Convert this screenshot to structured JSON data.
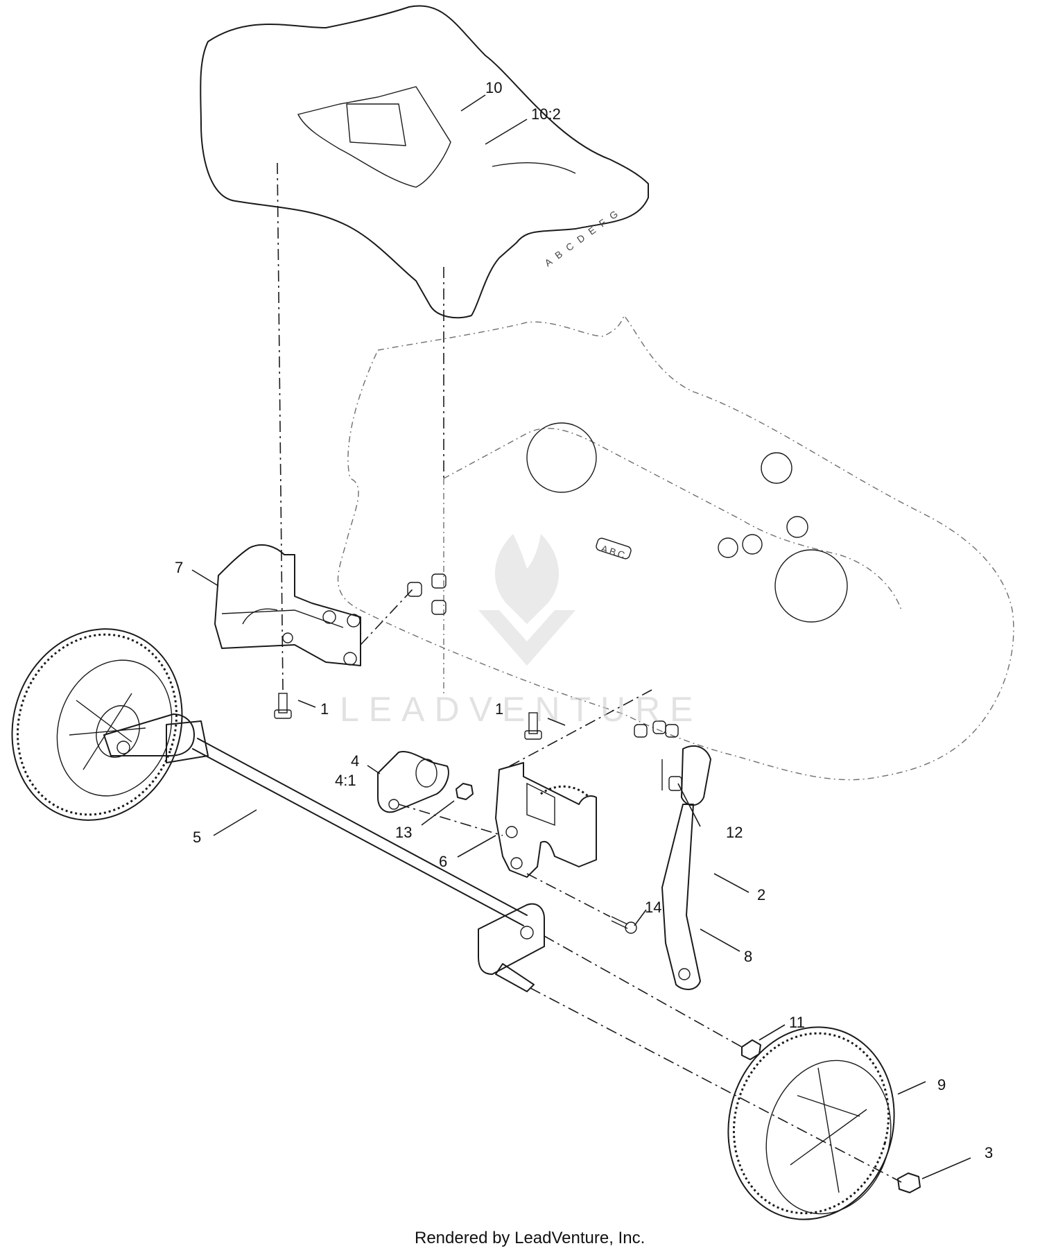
{
  "diagram": {
    "callouts": [
      {
        "id": "c10",
        "text": "10"
      },
      {
        "id": "c10_2",
        "text": "10:2"
      },
      {
        "id": "c7",
        "text": "7"
      },
      {
        "id": "c1a",
        "text": "1"
      },
      {
        "id": "c1b",
        "text": "1"
      },
      {
        "id": "c4",
        "text": "4"
      },
      {
        "id": "c4_1",
        "text": "4:1"
      },
      {
        "id": "c5",
        "text": "5"
      },
      {
        "id": "c13",
        "text": "13"
      },
      {
        "id": "c6",
        "text": "6"
      },
      {
        "id": "c12",
        "text": "12"
      },
      {
        "id": "c2",
        "text": "2"
      },
      {
        "id": "c14",
        "text": "14"
      },
      {
        "id": "c8",
        "text": "8"
      },
      {
        "id": "c11",
        "text": "11"
      },
      {
        "id": "c9",
        "text": "9"
      },
      {
        "id": "c3",
        "text": "3"
      }
    ],
    "height_scale_letters": "A B C D E F G",
    "deck_mark": "ABC",
    "watermark": "LEADVENTURE",
    "credit": "Rendered by LeadVenture, Inc."
  }
}
